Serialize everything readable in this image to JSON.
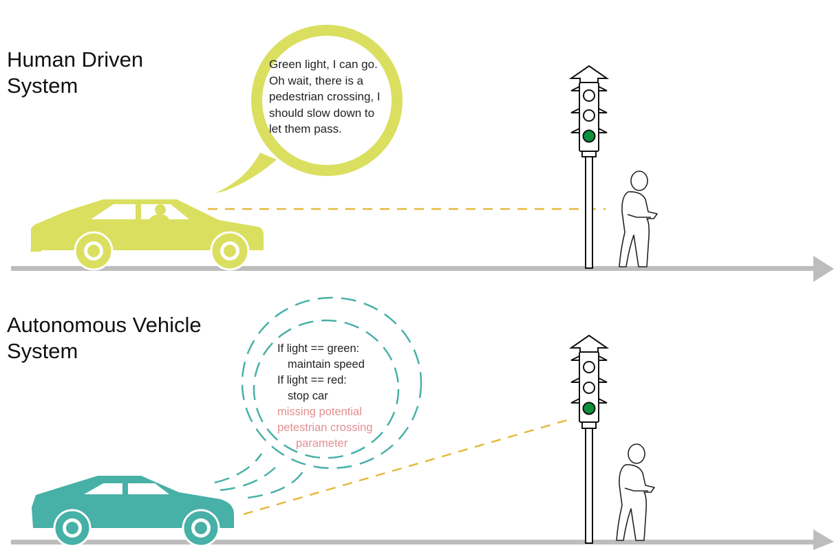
{
  "colors": {
    "human_car": "#dadf60",
    "av_car": "#47b0a7",
    "road": "#bdbdbd",
    "sightline": "#e6b93b",
    "green_light": "#0e8f3a",
    "missing_text": "#e48f90",
    "outline": "#111111"
  },
  "human_panel": {
    "title_line1": "Human Driven",
    "title_line2": "System",
    "thought_lines": [
      "Green light, I can go.",
      "Oh wait, there is a",
      "pedestrian crossing, I",
      "should slow down to",
      "let them pass."
    ]
  },
  "av_panel": {
    "title_line1": "Autonomous Vehicle",
    "title_line2": "System",
    "code_lines": [
      "If light == green:",
      "maintain speed",
      "If light == red:",
      "stop car"
    ],
    "missing_lines": [
      "missing potential",
      "petestrian crossing",
      "parameter"
    ]
  },
  "icons": [
    "car-icon",
    "driver-icon",
    "traffic-light-icon",
    "pedestrian-icon",
    "arrow-icon"
  ]
}
